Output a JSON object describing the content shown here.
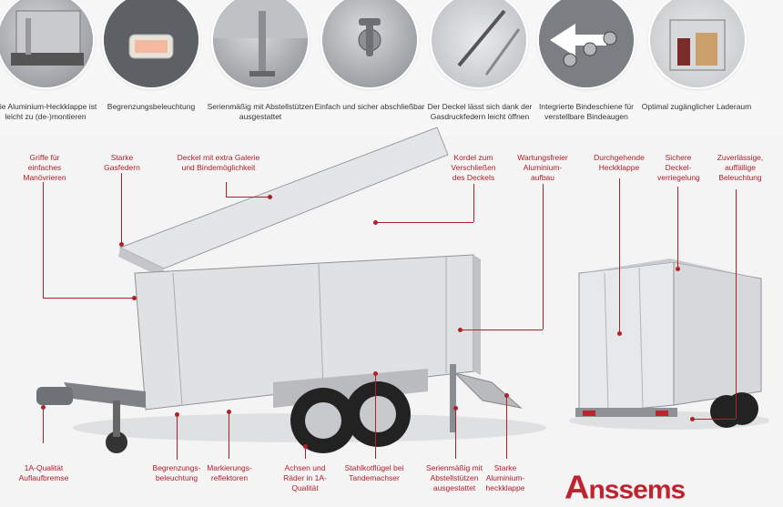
{
  "features_top": [
    {
      "caption": "Die Aluminium-Heckklappe ist leicht zu (de-)montieren",
      "icon": "tailgate-detail-photo"
    },
    {
      "caption": "Begrenzungsbeleuchtung",
      "icon": "marker-light-photo"
    },
    {
      "caption": "Serienmäßig mit Abstellstützen ausgestattet",
      "icon": "support-leg-photo"
    },
    {
      "caption": "Einfach und sicher abschließbar",
      "icon": "lock-handle-photo"
    },
    {
      "caption": "Der Deckel lässt sich dank der Gasdruckfedern leicht öffnen",
      "icon": "gas-spring-photo"
    },
    {
      "caption": "Integrierte Bindeschiene für verstellbare Bindeaugen",
      "icon": "tie-rail-photo"
    },
    {
      "caption": "Optimal zugänglicher Laderaum",
      "icon": "cargo-space-photo"
    }
  ],
  "callouts_upper": [
    "Griffe für einfaches Manövrieren",
    "Starke Gasfedern",
    "Deckel mit extra Galerie und Bindemöglichkeit",
    "Kordel zum Verschließen des Deckels",
    "Wartungsfreier Aluminium-aufbau",
    "Durchgehende Heckklappe",
    "Sichere Deckel-verriegelung",
    "Zuverlässige, auffällige Beleuchtung"
  ],
  "callouts_lower": [
    "1A-Qualität Auflaufbremse",
    "Begrenzungs-beleuchtung",
    "Markierungs-reflektoren",
    "Achsen und Räder in 1A-Qualität",
    "Stahlkotflügel bei Tandemachser",
    "Serienmäßig mit Abstellstützen ausgestattet",
    "Starke Aluminium-heckklappe"
  ],
  "brand": "Anssems",
  "colors": {
    "accent": "#b0202a",
    "brand": "#c0232e"
  }
}
